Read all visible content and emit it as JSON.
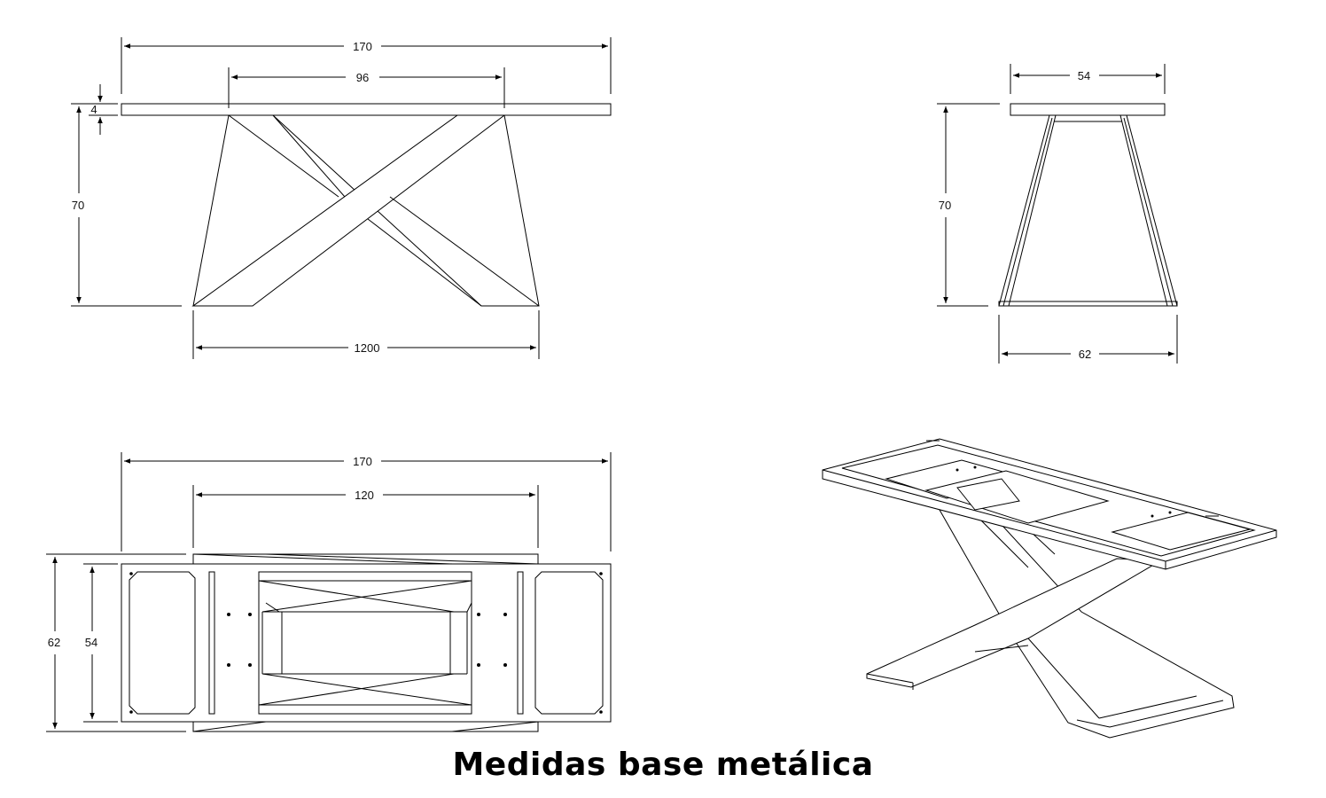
{
  "caption": "Medidas base metálica",
  "front_view": {
    "overall_length": "170",
    "top_width": "96",
    "top_thickness": "4",
    "height": "70",
    "bottom_width": "1200"
  },
  "side_view": {
    "top_width": "54",
    "height": "70",
    "bottom_width": "62"
  },
  "top_view": {
    "overall_length": "170",
    "inner_length": "120",
    "outer_depth": "62",
    "inner_depth": "54"
  },
  "colors": {
    "line": "#000000",
    "background": "#ffffff"
  }
}
